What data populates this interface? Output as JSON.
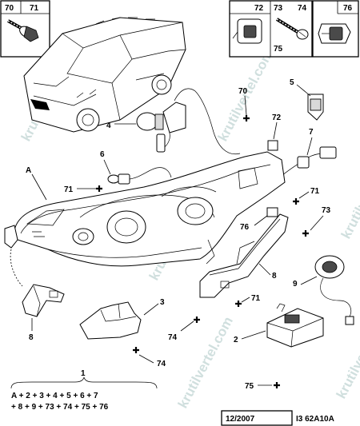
{
  "callouts": {
    "p70": "70",
    "p71": "71",
    "p72": "72",
    "p73": "73",
    "p74": "74",
    "p75": "75",
    "p76": "76",
    "d1": "1",
    "d2": "2",
    "d3": "3",
    "d4": "4",
    "d5": "5",
    "d6": "6",
    "d7": "7",
    "d8a": "8",
    "d8b": "8",
    "d9": "9",
    "dA": "A",
    "d70": "70",
    "d71a": "71",
    "d71b": "71",
    "d71c": "71",
    "d72": "72",
    "d73": "73",
    "d74a": "74",
    "d74b": "74",
    "d75": "75",
    "d76": "76"
  },
  "formula": {
    "line1": "A + 2 + 3 + 4 + 5 + 6 + 7",
    "line2": "+ 8 + 9 + 73 + 74 + 75 + 76"
  },
  "footer": {
    "date": "12/2007",
    "code": "I3 62A10A"
  },
  "watermark": "krutilvertel.com"
}
